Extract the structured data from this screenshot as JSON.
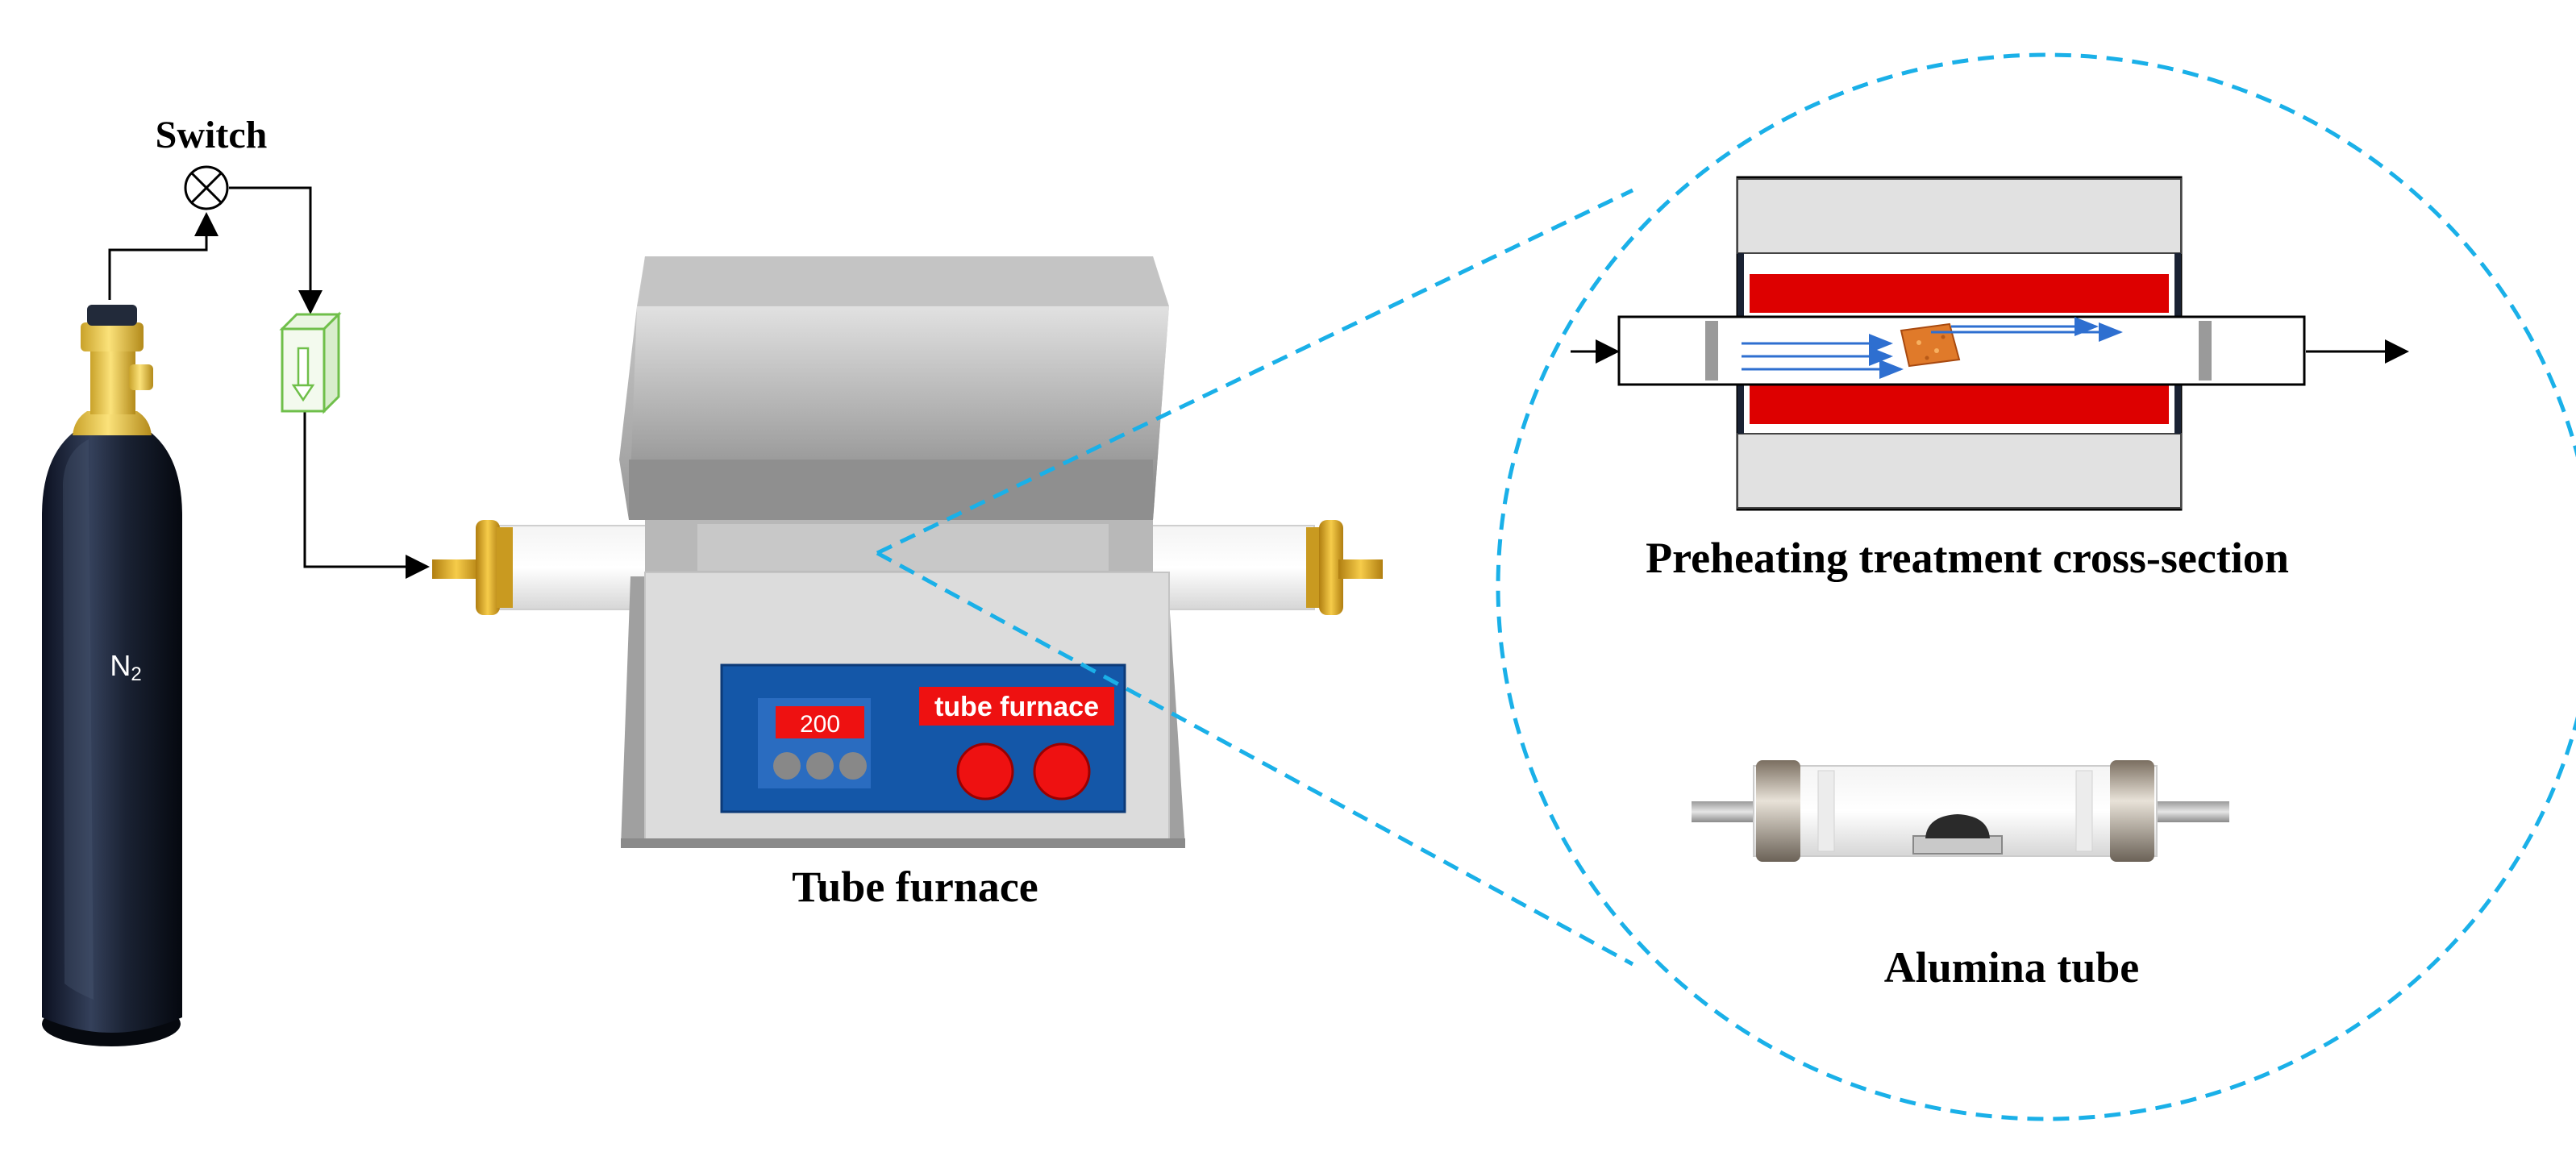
{
  "labels": {
    "switch": "Switch",
    "gas_subscript_main": "N",
    "gas_subscript_index": "2",
    "tube_furnace": "Tube furnace",
    "display_value": "200",
    "panel_label": "tube furnace",
    "cross_section": "Preheating treatment cross-section",
    "alumina_tube": "Alumina tube"
  },
  "colors": {
    "cylinder_body": "#1a2233",
    "cylinder_valve": "#f2cf4a",
    "furnace_body": "#d9d9d9",
    "control_panel": "#1457a8",
    "heater": "#dd0000",
    "callout_circle": "#1ab0e8",
    "flow_arrow": "#2e6fd0",
    "sample": "#e07a2a",
    "flange": "#d8a21a"
  }
}
